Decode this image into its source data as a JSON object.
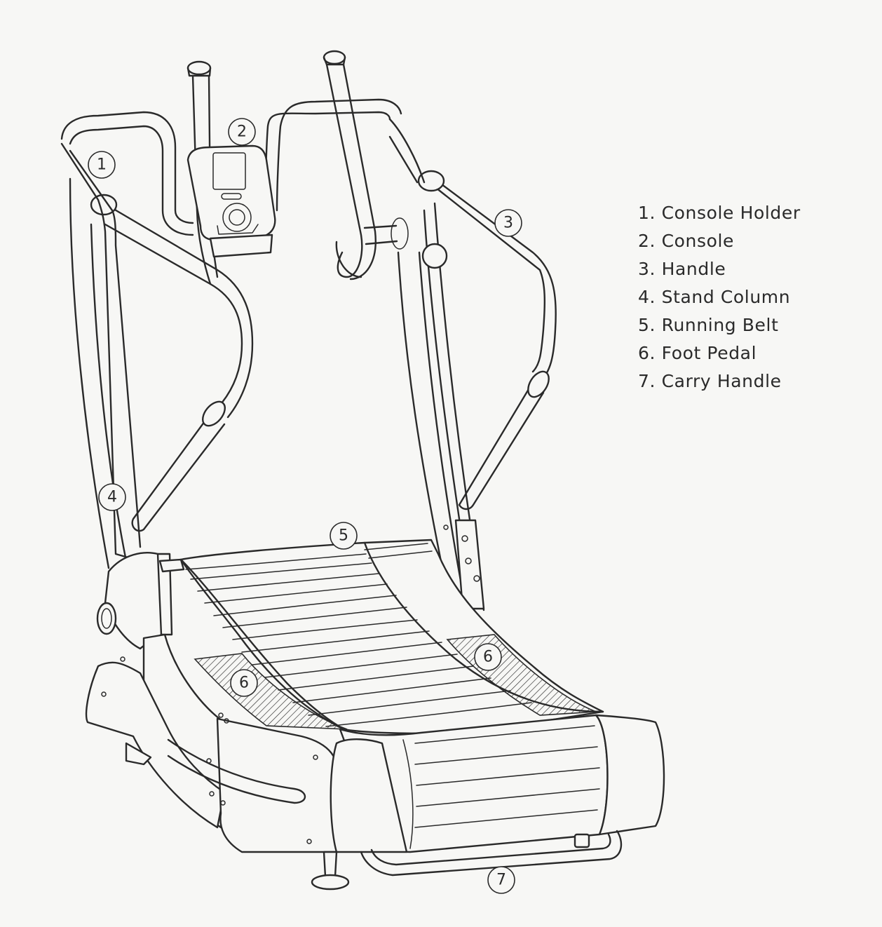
{
  "callouts": [
    {
      "num": "1"
    },
    {
      "num": "2"
    },
    {
      "num": "3"
    },
    {
      "num": "4"
    },
    {
      "num": "5"
    },
    {
      "num": "6"
    },
    {
      "num": "6"
    },
    {
      "num": "7"
    }
  ],
  "legend": [
    {
      "label": "1.  Console Holder"
    },
    {
      "label": "2. Console"
    },
    {
      "label": "3. Handle"
    },
    {
      "label": "4. Stand Column"
    },
    {
      "label": "5. Running Belt"
    },
    {
      "label": "6. Foot Pedal"
    },
    {
      "label": "7. Carry Handle"
    }
  ]
}
